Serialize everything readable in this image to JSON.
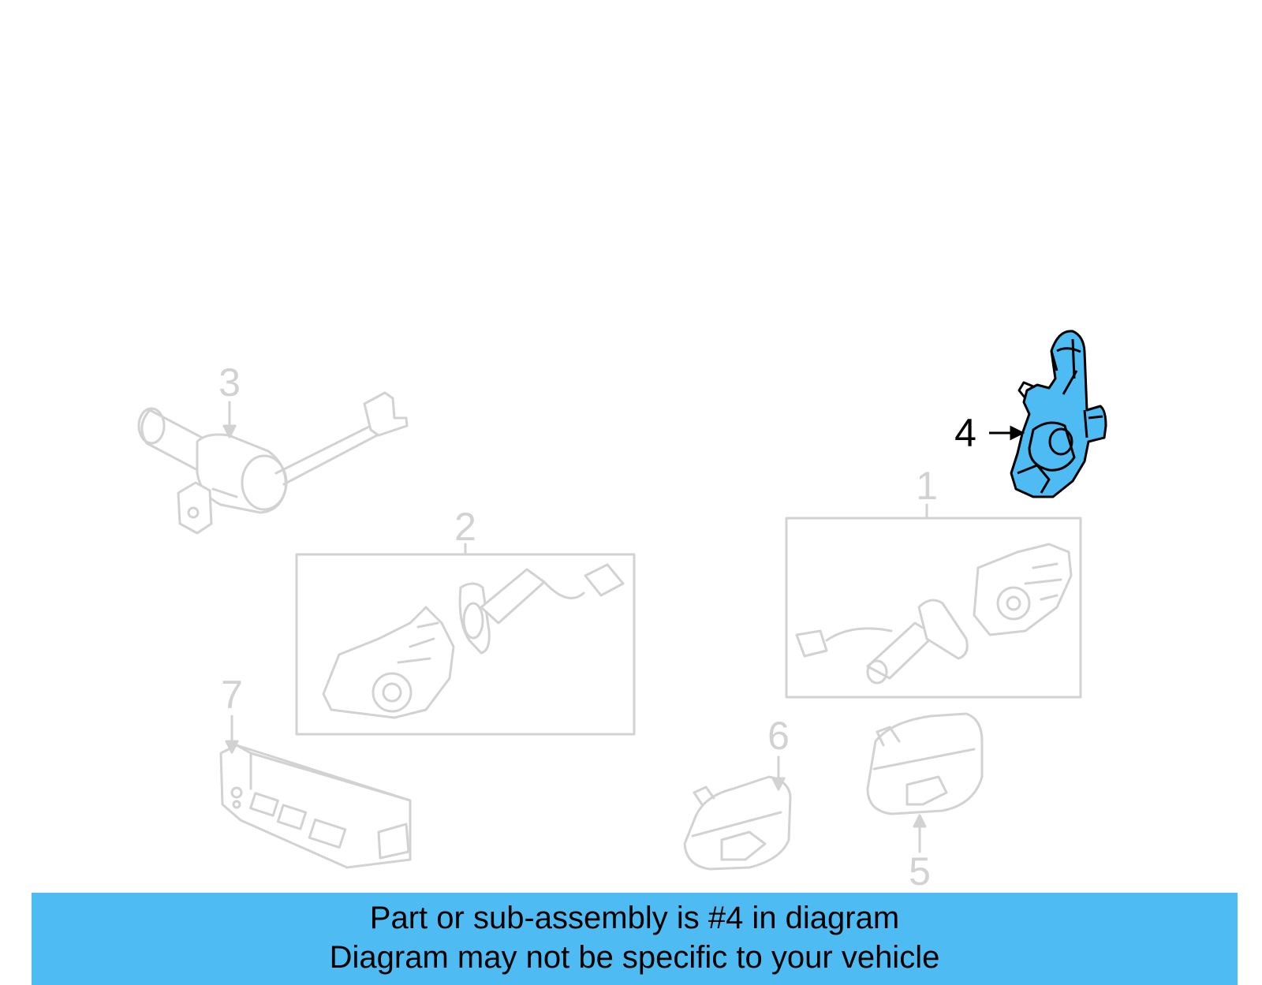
{
  "diagram": {
    "callouts": [
      {
        "label": "1"
      },
      {
        "label": "2"
      },
      {
        "label": "3"
      },
      {
        "label": "4"
      },
      {
        "label": "5"
      },
      {
        "label": "6"
      },
      {
        "label": "7"
      }
    ],
    "highlighted_callout": "4"
  },
  "banner": {
    "line1": "Part or sub-assembly is #4 in diagram",
    "line2": "Diagram may not be specific to your vehicle"
  },
  "colors": {
    "faded_stroke": "#d2d2d2",
    "highlight_fill": "#4ebcf3",
    "highlight_stroke": "#000000",
    "banner_bg": "#4ebcf3"
  }
}
